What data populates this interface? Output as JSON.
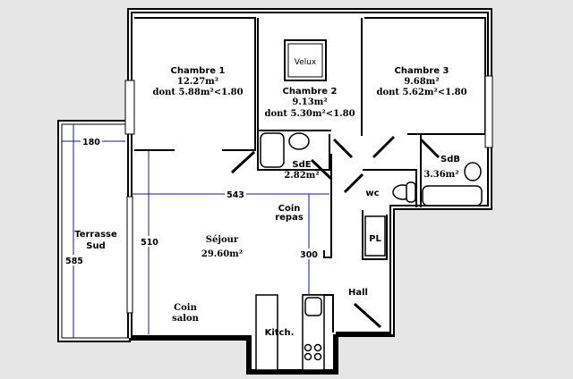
{
  "rooms": {
    "chambre1": {
      "name": "Chambre 1",
      "area": "12.27m²",
      "note": "dont 5.88m²<1.80"
    },
    "chambre2": {
      "name": "Chambre 2",
      "area": "9.13m²",
      "note": "dont 5.30m²<1.80"
    },
    "chambre3": {
      "name": "Chambre 3",
      "area": "9.68m²",
      "note": "dont 5.62m²<1.80"
    },
    "sde": {
      "name": "SdE",
      "area": "2.82m²"
    },
    "sdb": {
      "name": "SdB",
      "area": "3.36m²"
    },
    "wc": {
      "name": "wc"
    },
    "pl": {
      "name": "PL"
    },
    "hall": {
      "name": "Hall"
    },
    "sejour": {
      "name": "Séjour",
      "area": "29.60m²"
    },
    "coin_repas": {
      "line1": "Coin",
      "line2": "repas"
    },
    "coin_salon": {
      "line1": "Coin",
      "line2": "salon"
    },
    "kitchen": {
      "name": "Kitch."
    },
    "terrasse": {
      "line1": "Terrasse",
      "line2": "Sud"
    }
  },
  "velux": "Velux",
  "dimensions": {
    "d180": "180",
    "d543": "543",
    "d510": "510",
    "d585": "585",
    "d300": "300"
  }
}
